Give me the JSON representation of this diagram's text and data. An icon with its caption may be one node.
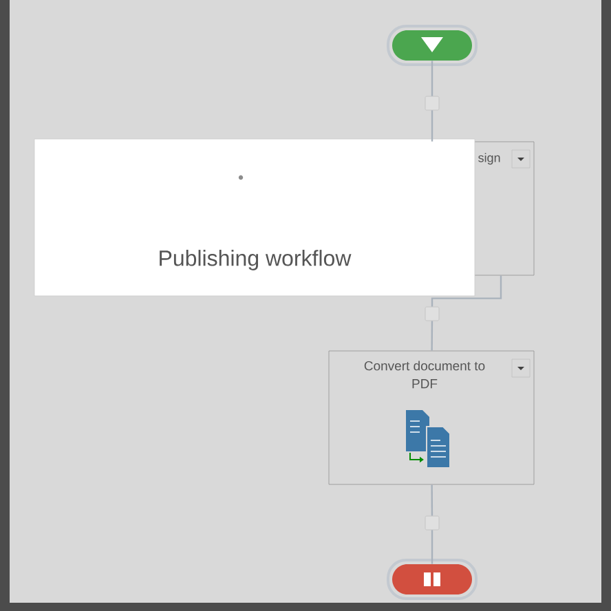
{
  "diagram": {
    "nodes": [
      {
        "text": [],
        "shape": "capsule"
      },
      {
        "text": [],
        "shape": "box"
      },
      {
        "text": [
          "Publishing workflow"
        ]
      },
      {
        "text": [
          "sign"
        ]
      },
      {
        "text": [],
        "shape": "box"
      },
      {
        "text": [
          "Convert document to PDF"
        ]
      },
      {
        "text": [],
        "shape": "box"
      },
      {
        "text": [],
        "shape": "capsule"
      }
    ],
    "edges": [
      {
        "from": 0,
        "to": 1,
        "arrow": "none"
      },
      {
        "from": 1,
        "to": 3,
        "arrow": "none"
      },
      {
        "from": 3,
        "to": 4,
        "arrow": "none"
      },
      {
        "from": 4,
        "to": 5,
        "arrow": "none"
      },
      {
        "from": 5,
        "to": 6,
        "arrow": "none"
      },
      {
        "from": 6,
        "to": 7,
        "arrow": "none"
      }
    ]
  }
}
